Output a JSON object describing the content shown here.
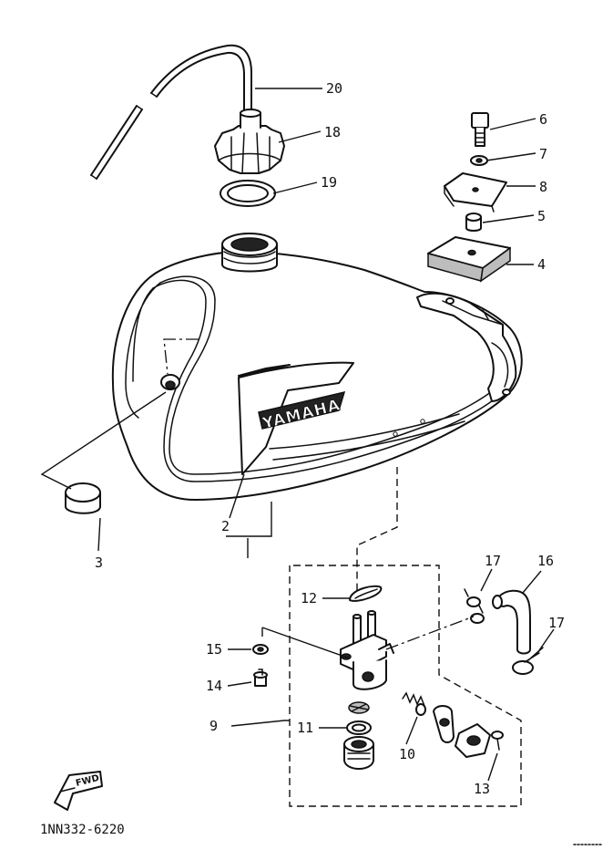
{
  "diagram_code": "1NN332-6220",
  "tank_brand": "YAMAHA",
  "front_marker": "FWD",
  "callouts": {
    "c2": "2",
    "c3": "3",
    "c4": "4",
    "c5": "5",
    "c6": "6",
    "c7": "7",
    "c8": "8",
    "c9": "9",
    "c10": "10",
    "c11": "11",
    "c12": "12",
    "c13": "13",
    "c14": "14",
    "c15": "15",
    "c16": "16",
    "c17a": "17",
    "c17b": "17",
    "c18": "18",
    "c19": "19",
    "c20": "20"
  }
}
